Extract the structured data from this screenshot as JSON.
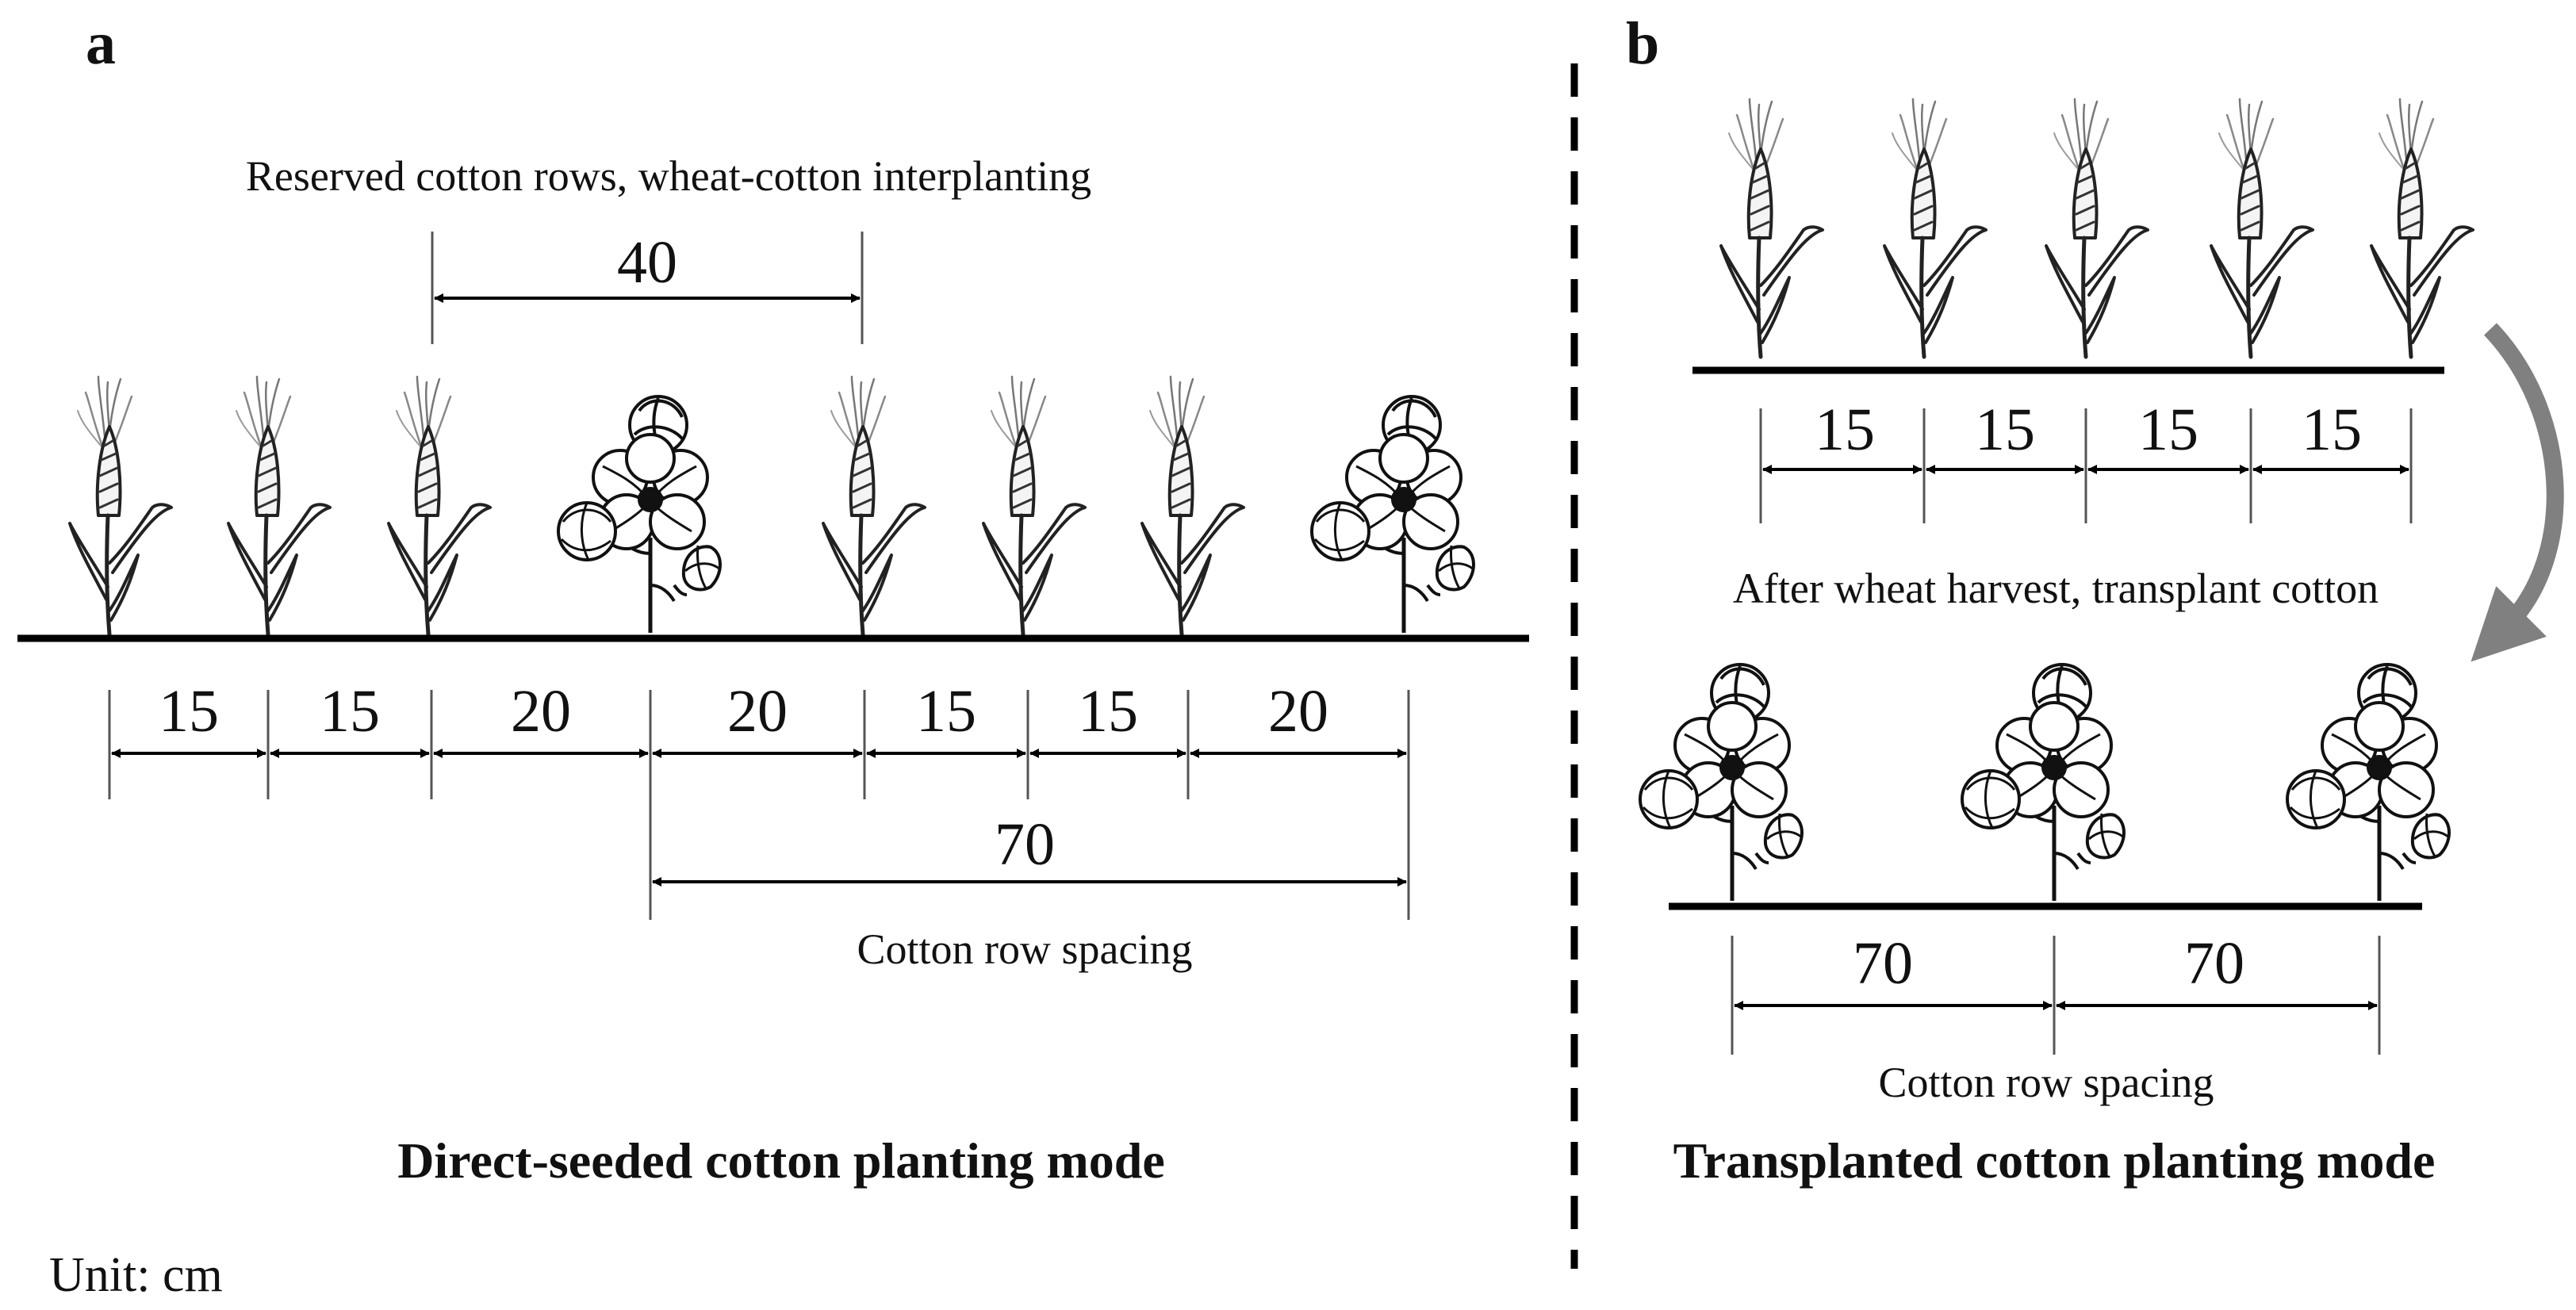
{
  "panel_a": {
    "letter": "a",
    "caption": "Reserved cotton rows, wheat-cotton interplanting",
    "top_span": "40",
    "spacings": [
      "15",
      "15",
      "20",
      "20",
      "15",
      "15",
      "20"
    ],
    "bottom_span": "70",
    "bottom_caption": "Cotton row spacing",
    "plants": [
      "wheat",
      "wheat",
      "wheat",
      "cotton",
      "wheat",
      "wheat",
      "wheat",
      "cotton"
    ],
    "title": "Direct-seeded cotton planting mode"
  },
  "panel_b": {
    "letter": "b",
    "wheat_spacings": [
      "15",
      "15",
      "15",
      "15"
    ],
    "wheat_plants": [
      "wheat",
      "wheat",
      "wheat",
      "wheat",
      "wheat"
    ],
    "transition_caption": "After wheat harvest, transplant cotton",
    "cotton_plants": [
      "cotton",
      "cotton",
      "cotton"
    ],
    "cotton_spacings": [
      "70",
      "70"
    ],
    "bottom_caption": "Cotton row spacing",
    "title": "Transplanted cotton planting mode"
  },
  "unit_label": "Unit: cm",
  "colors": {
    "ink": "#000000",
    "arrow": "#808080"
  }
}
